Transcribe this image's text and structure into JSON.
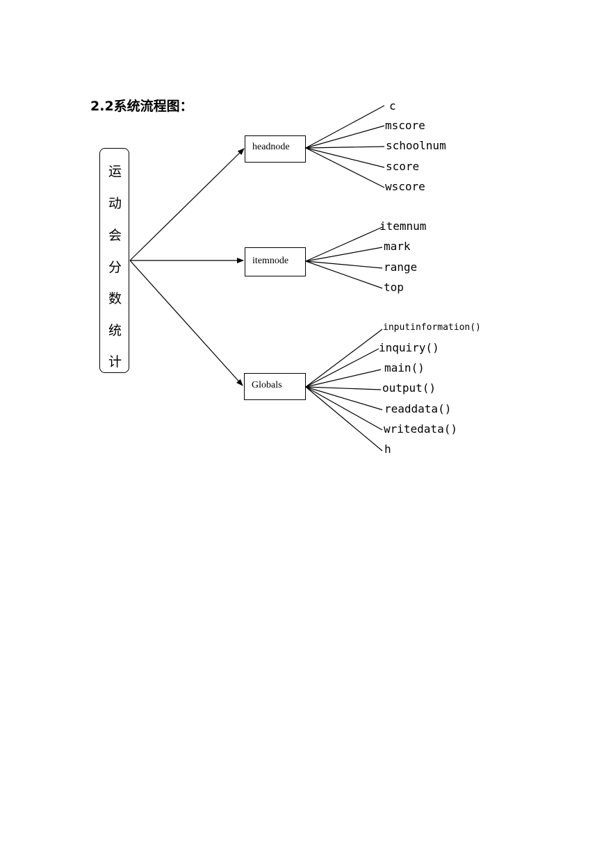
{
  "heading": "2.2系统流程图：",
  "root": {
    "characters": [
      "运",
      "动",
      "会",
      "分",
      "数",
      "统",
      "计"
    ]
  },
  "nodes": [
    {
      "label": "headnode",
      "children": [
        "c",
        "mscore",
        "schoolnum",
        "score",
        "wscore"
      ]
    },
    {
      "label": "itemnode",
      "children": [
        "itemnum",
        "mark",
        "range",
        "top"
      ]
    },
    {
      "label": "Globals",
      "children": [
        "inputinformation()",
        "inquiry()",
        "main()",
        "output()",
        "readdata()",
        "writedata()",
        "h"
      ]
    }
  ]
}
